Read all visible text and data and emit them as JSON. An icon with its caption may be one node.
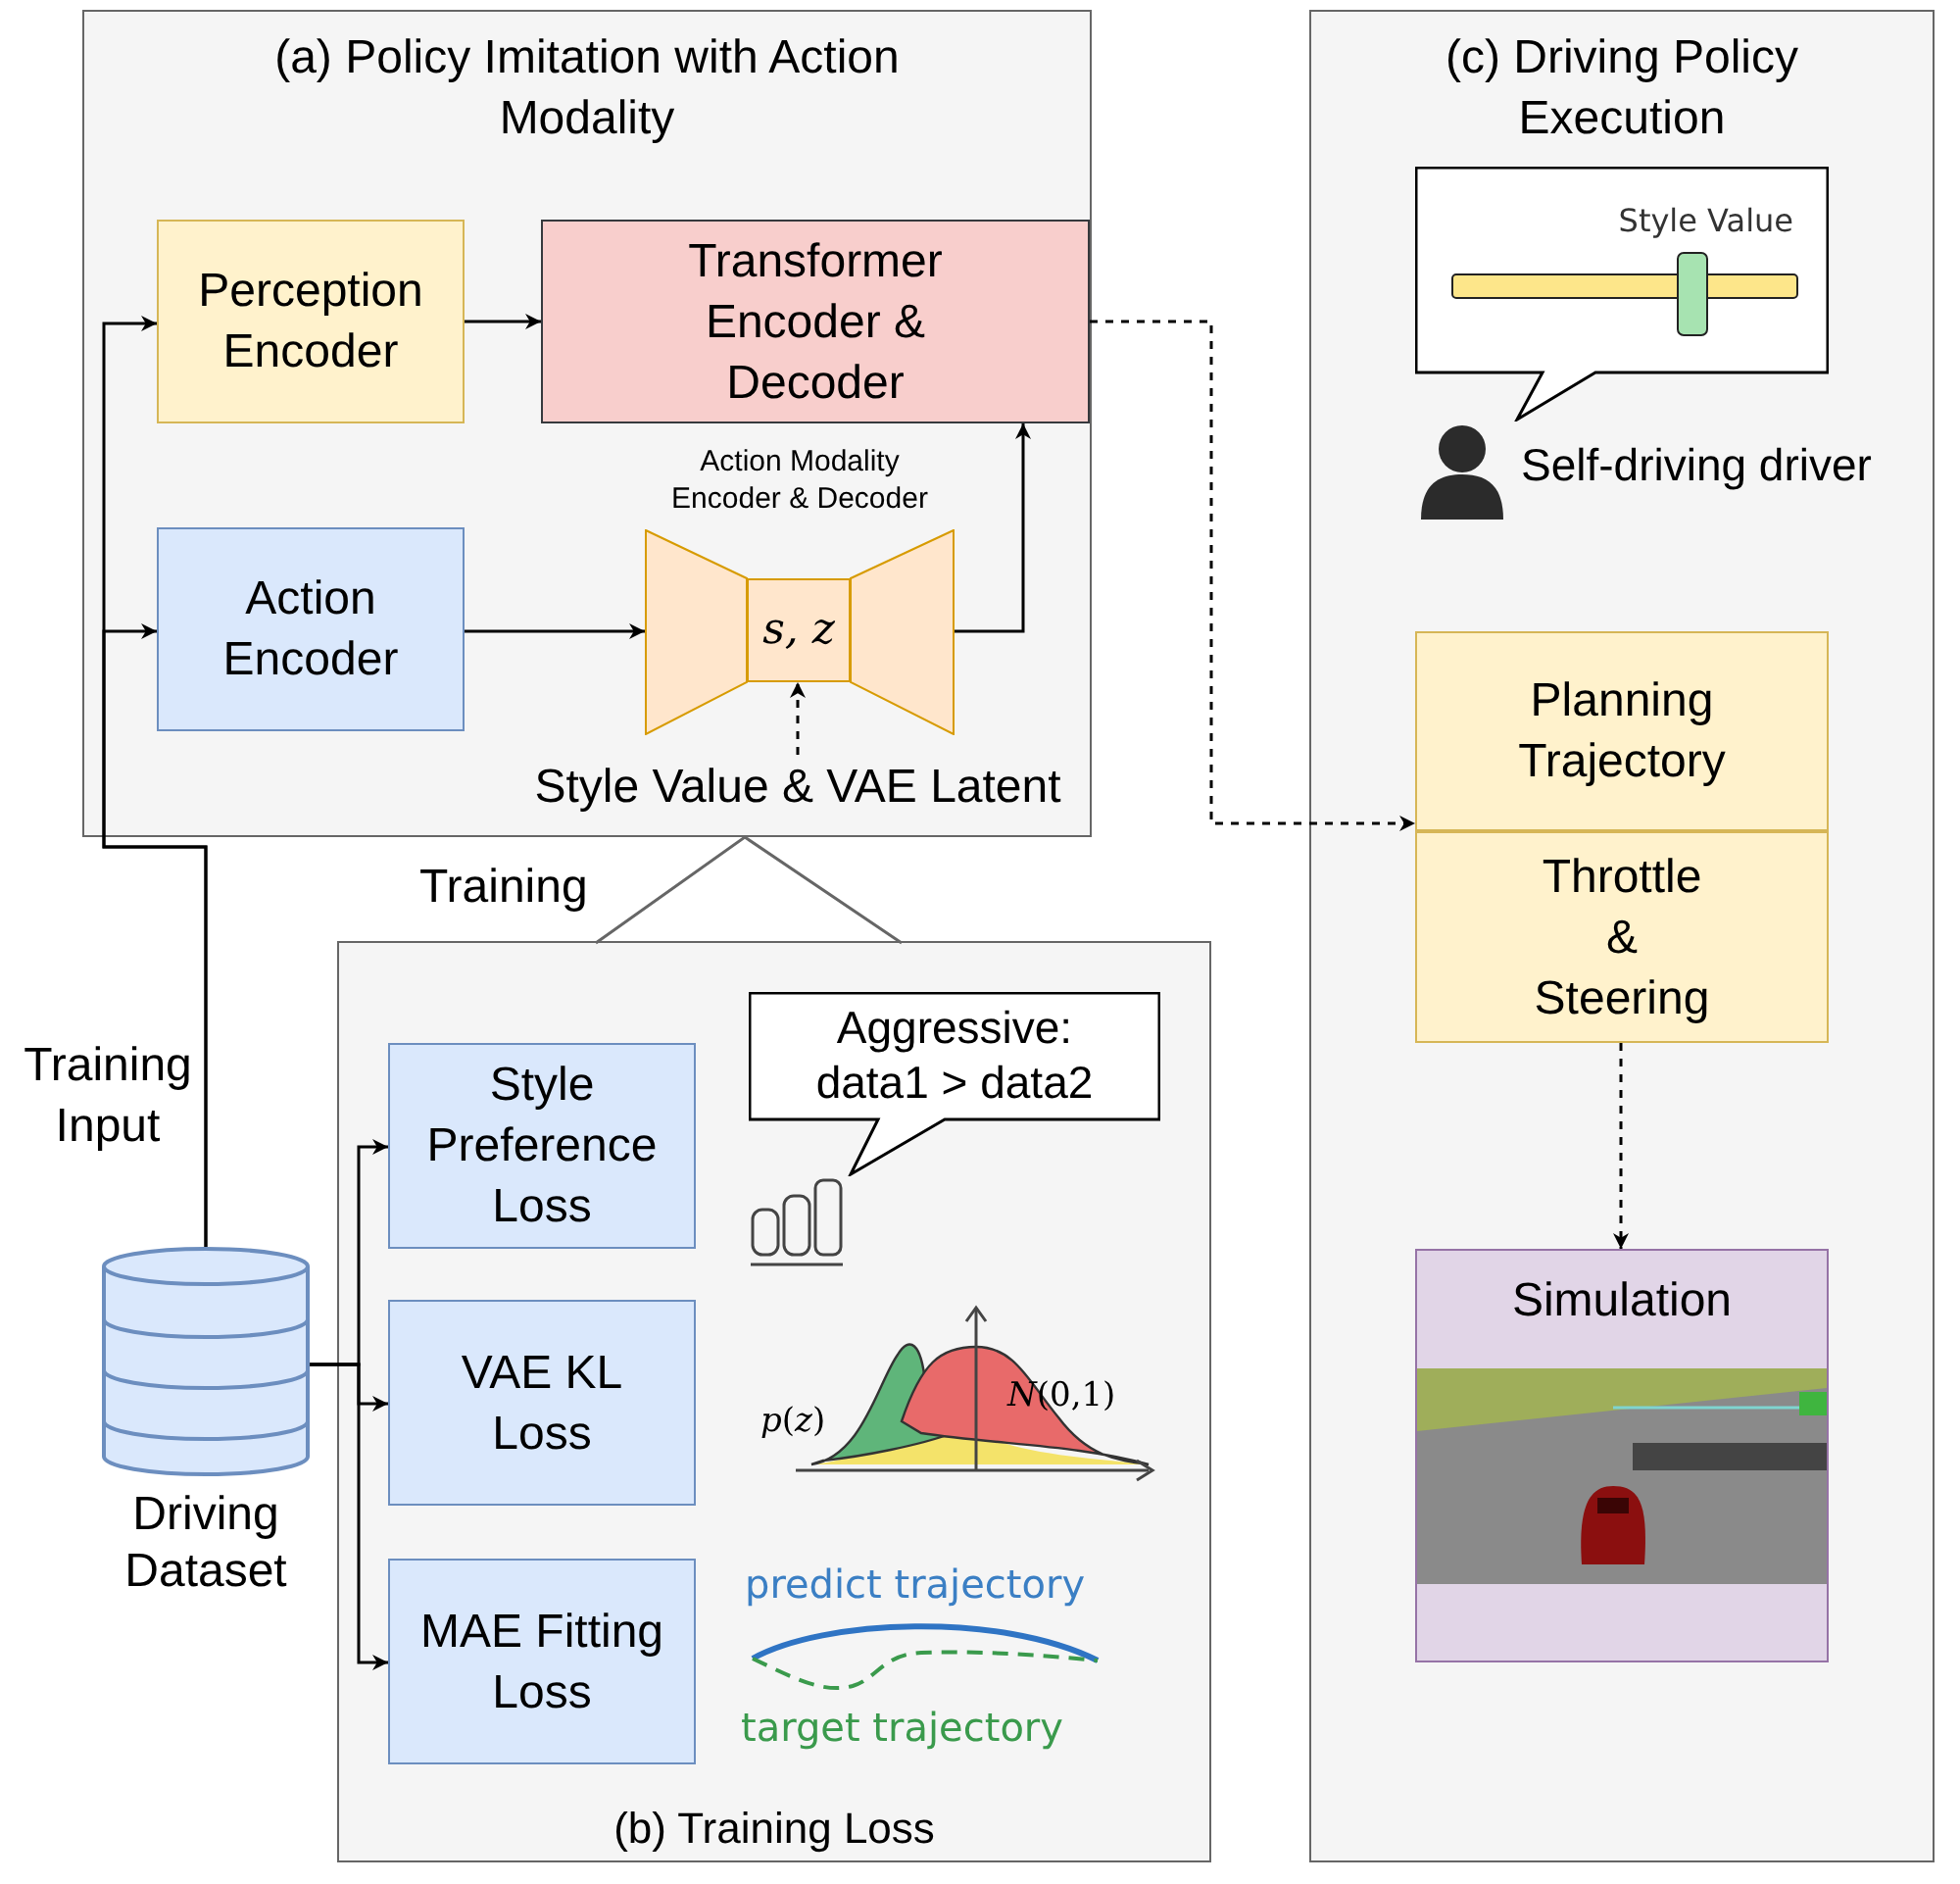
{
  "diagram": {
    "nodes": [
      {
        "text": [
          "(a) Policy Imitation with Action Modality"
        ]
      },
      {
        "text": [
          "Perception Encoder"
        ],
        "in": 0
      },
      {
        "text": [
          "Transformer Encoder & Decoder"
        ],
        "in": 0
      },
      {
        "text": [
          "Action Encoder"
        ],
        "in": 0
      },
      {
        "text": [
          "Action Modality Encoder & Decoder"
        ],
        "in": 0
      },
      {
        "text": [
          "s, z"
        ],
        "in": 4
      },
      {
        "text": [
          "Style Value & VAE Latent"
        ],
        "in": 0
      },
      {
        "text": [
          "(b) Training Loss"
        ]
      },
      {
        "text": [
          "Style Preference Loss"
        ],
        "in": 7
      },
      {
        "text": [
          "VAE KL Loss"
        ],
        "in": 7
      },
      {
        "text": [
          "MAE Fitting Loss"
        ],
        "in": 7
      },
      {
        "text": [
          "Aggressive: data1 > data2"
        ],
        "in": 7
      },
      {
        "text": [
          "Driving Dataset"
        ]
      },
      {
        "text": [
          "(c) Driving Policy Execution"
        ]
      },
      {
        "text": [
          "Style Value"
        ],
        "in": 13
      },
      {
        "text": [
          "Self-driving driver"
        ],
        "in": 13
      },
      {
        "text": [
          "Planning Trajectory"
        ],
        "in": 13
      },
      {
        "text": [
          "Throttle & Steering"
        ],
        "in": 13
      },
      {
        "text": [
          "Simulation"
        ],
        "in": 13
      }
    ],
    "edges": [
      {
        "from": 12,
        "to": 1,
        "arrow": "to"
      },
      {
        "from": 12,
        "to": 3,
        "arrow": "to"
      },
      {
        "from": 1,
        "to": 2,
        "arrow": "to"
      },
      {
        "from": 3,
        "to": 4,
        "arrow": "to"
      },
      {
        "from": 4,
        "to": 2,
        "arrow": "to"
      },
      {
        "from": 6,
        "to": 5,
        "arrow": "to",
        "style": "dashed"
      },
      {
        "from": 12,
        "to": 8,
        "arrow": "to"
      },
      {
        "from": 12,
        "to": 9,
        "arrow": "to"
      },
      {
        "from": 12,
        "to": 10,
        "arrow": "to"
      },
      {
        "from": 2,
        "to": 16,
        "arrow": "to",
        "style": "dashed"
      },
      {
        "from": 17,
        "to": 18,
        "arrow": "to",
        "style": "dashed"
      }
    ],
    "labels": [
      "Training Input",
      "Training",
      "*p*(*z*)",
      "*N*(0,1)",
      "predict trajectory",
      "target trajectory"
    ]
  }
}
